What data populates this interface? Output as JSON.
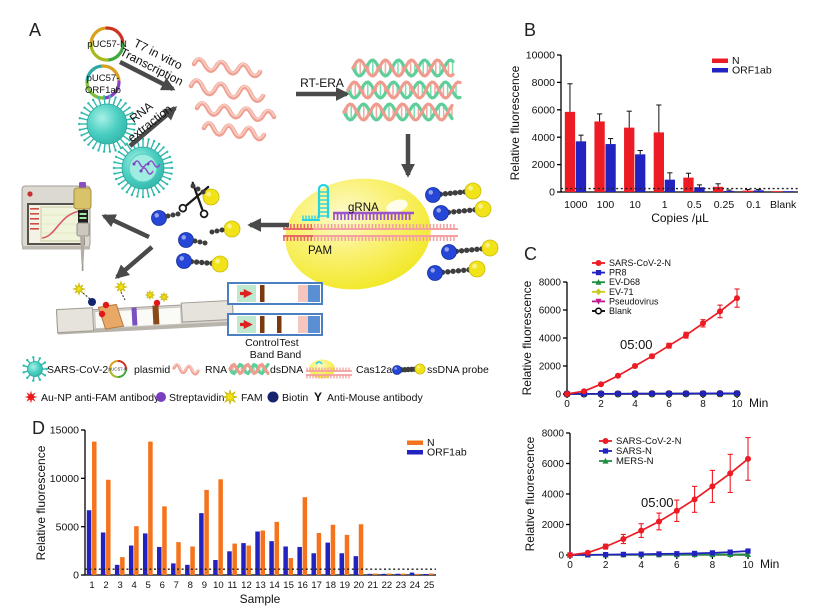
{
  "figure": {
    "panels": [
      "A",
      "B",
      "C",
      "D"
    ]
  },
  "diagram": {
    "plasmid1_label": "pUC57-N",
    "plasmid2_label_line1": "pUC57-",
    "plasmid2_label_line2": "ORF1ab",
    "t7_arrow_line1": "T7 in vitro",
    "t7_arrow_line2": "Transcription",
    "rna_arrow_line1": "RNA",
    "rna_arrow_line2": "extraction",
    "rt_era_label": "RT-ERA",
    "grna_label": "gRNA",
    "pam_label": "PAM",
    "strip_labels": {
      "control": "Control",
      "test": "Test",
      "band": "Band"
    },
    "legend_row1": [
      {
        "icon": "virus-icon",
        "label": "SARS-CoV-2"
      },
      {
        "icon": "plasmid-icon",
        "icon_text": "pUC57-N",
        "label": "plasmid"
      },
      {
        "icon": "rna-icon",
        "label": "RNA"
      },
      {
        "icon": "dsdna-icon",
        "label": "dsDNA"
      },
      {
        "icon": "cas12a-icon",
        "label": "Cas12a"
      },
      {
        "icon": "ssdna-probe-icon",
        "label": "ssDNA probe"
      }
    ],
    "legend_row2": [
      {
        "icon": "au-np-anti-fam-antibody-icon",
        "label": "Au-NP anti-FAM antibody"
      },
      {
        "icon": "streptavidin-icon",
        "label": "Streptavidin"
      },
      {
        "icon": "fam-icon",
        "label": "FAM"
      },
      {
        "icon": "biotin-icon",
        "label": "Biotin"
      },
      {
        "icon": "anti-mouse-antibody-icon",
        "label": "Anti-Mouse antibody"
      }
    ],
    "colors": {
      "virus_teal": "#3BC8BC",
      "rna_pink": "#EFA093",
      "dsdna_green": "#5ECF9B",
      "cas12a_yellow": "#F2E718",
      "grna_cyan": "#25D4E4",
      "grna_purple": "#9A55CC",
      "probe_blue": "#2546D6",
      "probe_yellow": "#F2E318",
      "gold_np_red": "#E81818"
    }
  },
  "chart_data": [
    {
      "panel": "B",
      "type": "bar",
      "categories": [
        "1000",
        "100",
        "10",
        "1",
        "0.5",
        "0.25",
        "0.1",
        "Blank"
      ],
      "xlabel": "Copies /µL",
      "ylabel": "Relative fluorescence",
      "ylim": [
        0,
        10000
      ],
      "yticks": [
        0,
        2000,
        4000,
        6000,
        8000,
        10000
      ],
      "baseline_dotted": 250,
      "legend_position": "top-right",
      "grid": false,
      "series": [
        {
          "name": "N",
          "color": "#EC1B24",
          "values": [
            5850,
            5150,
            4700,
            4350,
            1050,
            380,
            100,
            60
          ],
          "errors": [
            2050,
            550,
            1200,
            2000,
            320,
            220,
            80,
            40
          ]
        },
        {
          "name": "ORF1ab",
          "color": "#2222C0",
          "values": [
            3700,
            3500,
            2750,
            900,
            350,
            80,
            120,
            60
          ],
          "errors": [
            450,
            400,
            280,
            500,
            170,
            60,
            60,
            30
          ]
        }
      ]
    },
    {
      "panel": "C1",
      "type": "line",
      "x": [
        0,
        1,
        2,
        3,
        4,
        5,
        6,
        7,
        8,
        9,
        10
      ],
      "xticks": [
        0,
        2,
        4,
        6,
        8,
        10
      ],
      "xlabel": "Min",
      "ylabel": "Relative fluorescence",
      "ylim": [
        0,
        8000
      ],
      "yticks": [
        0,
        2000,
        4000,
        6000,
        8000
      ],
      "annotation": {
        "text": "05:00"
      },
      "legend_position": "top-left",
      "grid": false,
      "series": [
        {
          "name": "SARS-CoV-2-N",
          "color": "#EC1B24",
          "marker": "circle",
          "values": [
            0,
            200,
            700,
            1300,
            2000,
            2700,
            3450,
            4200,
            5050,
            5900,
            6850
          ],
          "errors": [
            20,
            50,
            70,
            90,
            110,
            140,
            170,
            210,
            260,
            450,
            650
          ]
        },
        {
          "name": "PR8",
          "color": "#2222C0",
          "marker": "square",
          "values": [
            0,
            10,
            15,
            20,
            25,
            30,
            30,
            35,
            35,
            40,
            45
          ]
        },
        {
          "name": "EV-D68",
          "color": "#1F8E3E",
          "marker": "triangle",
          "values": [
            0,
            8,
            12,
            15,
            18,
            22,
            25,
            28,
            30,
            32,
            35
          ]
        },
        {
          "name": "EV-71",
          "color": "#C9C91F",
          "marker": "diamond",
          "values": [
            0,
            6,
            10,
            14,
            16,
            20,
            22,
            25,
            28,
            30,
            32
          ]
        },
        {
          "name": "Pseudovirus",
          "color": "#C11A8C",
          "marker": "triangle-down",
          "values": [
            0,
            5,
            8,
            12,
            15,
            18,
            20,
            22,
            25,
            28,
            30
          ]
        },
        {
          "name": "Blank",
          "color": "#000000",
          "marker": "circle-open",
          "values": [
            0,
            4,
            6,
            8,
            10,
            12,
            14,
            16,
            18,
            20,
            22
          ]
        }
      ]
    },
    {
      "panel": "C2",
      "type": "line",
      "x": [
        0,
        1,
        2,
        3,
        4,
        5,
        6,
        7,
        8,
        9,
        10
      ],
      "xticks": [
        0,
        2,
        4,
        6,
        8,
        10
      ],
      "xlabel": "Min",
      "ylabel": "Relative fluorescence",
      "ylim": [
        0,
        8000
      ],
      "yticks": [
        0,
        2000,
        4000,
        6000,
        8000
      ],
      "annotation": {
        "text": "05:00"
      },
      "legend_position": "top-left",
      "grid": false,
      "series": [
        {
          "name": "SARS-CoV-2-N",
          "color": "#EC1B24",
          "marker": "circle",
          "values": [
            0,
            150,
            550,
            1050,
            1600,
            2200,
            2900,
            3650,
            4500,
            5350,
            6300
          ],
          "errors": [
            20,
            90,
            160,
            300,
            450,
            550,
            700,
            850,
            1050,
            1250,
            1400
          ]
        },
        {
          "name": "SARS-N",
          "color": "#2222C0",
          "marker": "square",
          "values": [
            0,
            15,
            25,
            40,
            55,
            70,
            85,
            105,
            140,
            190,
            260
          ]
        },
        {
          "name": "MERS-N",
          "color": "#1F8E3E",
          "marker": "triangle",
          "values": [
            0,
            8,
            10,
            15,
            18,
            22,
            25,
            28,
            32,
            36,
            40
          ]
        }
      ]
    },
    {
      "panel": "D",
      "type": "bar",
      "categories": [
        "1",
        "2",
        "3",
        "4",
        "5",
        "6",
        "7",
        "8",
        "9",
        "10",
        "11",
        "12",
        "13",
        "14",
        "15",
        "16",
        "17",
        "18",
        "19",
        "20",
        "21",
        "22",
        "23",
        "24",
        "25"
      ],
      "xlabel": "Sample",
      "ylabel": "Relative fluorescence",
      "ylim": [
        0,
        15000
      ],
      "yticks": [
        0,
        5000,
        10000,
        15000
      ],
      "baseline_dotted": 600,
      "legend_position": "top-right",
      "grid": false,
      "series": [
        {
          "name": "N",
          "color": "#F5731C",
          "values": [
            13800,
            9850,
            1850,
            5050,
            13800,
            7100,
            3400,
            2950,
            8800,
            9900,
            3250,
            3050,
            4600,
            5500,
            1750,
            8050,
            4350,
            5200,
            4150,
            5250,
            150,
            150,
            140,
            120,
            160
          ]
        },
        {
          "name": "ORF1ab",
          "color": "#2222C0",
          "values": [
            6700,
            4400,
            1050,
            3050,
            4300,
            2900,
            1200,
            1050,
            6400,
            1550,
            2450,
            3300,
            4500,
            3500,
            2950,
            2900,
            2250,
            3350,
            2250,
            1950,
            120,
            120,
            130,
            250,
            100
          ]
        }
      ]
    }
  ]
}
